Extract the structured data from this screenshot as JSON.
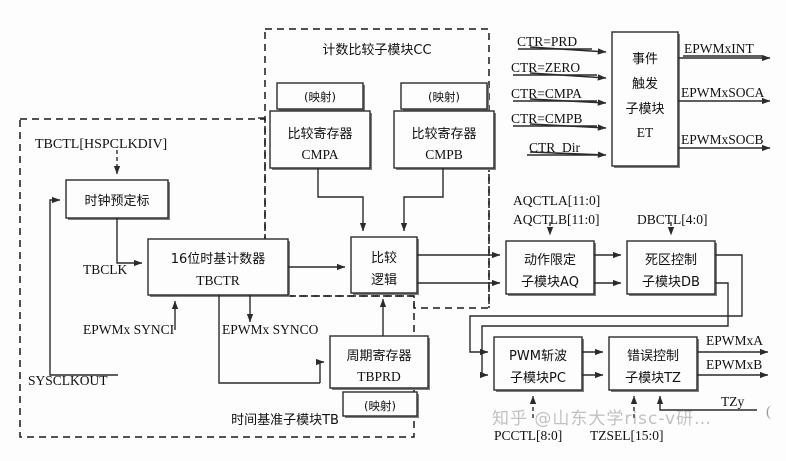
{
  "diagram": {
    "title": "ePWM module block diagram",
    "background": "#fdfdfd",
    "line_color": "#2b2b2b"
  },
  "regions": [
    {
      "id": "cc",
      "label": "计数比较子模块CC"
    },
    {
      "id": "tb",
      "label": "时间基准子模块TB"
    }
  ],
  "blocks": [
    {
      "id": "map_a",
      "line1": "(映射)",
      "line2": ""
    },
    {
      "id": "cmpa",
      "line1": "比较寄存器",
      "line2": "CMPA"
    },
    {
      "id": "map_b",
      "line1": "(映射)",
      "line2": ""
    },
    {
      "id": "cmpb",
      "line1": "比较寄存器",
      "line2": "CMPB"
    },
    {
      "id": "et",
      "line1": "事件",
      "line2": "触发",
      "line3": "子模块",
      "line4": "ET"
    },
    {
      "id": "presc",
      "line1": "时钟预定标",
      "line2": ""
    },
    {
      "id": "tbctr",
      "line1": "16位时基计数器",
      "line2": "TBCTR"
    },
    {
      "id": "cmplogic",
      "line1": "比较",
      "line2": "逻辑"
    },
    {
      "id": "tbprd",
      "line1": "周期寄存器",
      "line2": "TBPRD"
    },
    {
      "id": "map_prd",
      "line1": "(映射)",
      "line2": ""
    },
    {
      "id": "aq",
      "line1": "动作限定",
      "line2": "子模块AQ"
    },
    {
      "id": "db",
      "line1": "死区控制",
      "line2": "子模块DB"
    },
    {
      "id": "pc",
      "line1": "PWM斩波",
      "line2": "子模块PC"
    },
    {
      "id": "tz",
      "line1": "错误控制",
      "line2": "子模块TZ"
    }
  ],
  "signals": {
    "et_inputs": [
      "CTR=PRD",
      "CTR=ZERO",
      "CTR=CMPA",
      "CTR=CMPB",
      "CTR_Dir"
    ],
    "et_outputs": [
      "EPWMxINT",
      "EPWMxSOCA",
      "EPWMxSOCB"
    ],
    "tb_config": "TBCTL[HSPCLKDIV]",
    "tbclk": "TBCLK",
    "sync_in": "EPWMx SYNCI",
    "sync_out": "EPWMx SYNCO",
    "sysclkout": "SYSCLKOUT",
    "aqctla": "AQCTLA[11:0]",
    "aqctlb": "AQCTLB[11:0]",
    "dbctl": "DBCTL[4:0]",
    "pcctl": "PCCTL[8:0]",
    "tzsel": "TZSEL[15:0]",
    "epwmxa": "EPWMxA",
    "epwmxb": "EPWMxB",
    "tzy": "TZy"
  },
  "watermark": {
    "text": "知乎 @山东大学risc-v研…",
    "paren": "("
  }
}
